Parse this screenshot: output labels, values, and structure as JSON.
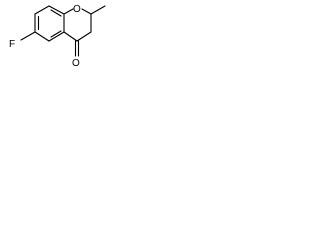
{
  "molecule": {
    "atoms": {
      "fluorine": "F",
      "ring_oxygen": "O",
      "carbonyl_oxygen": "O"
    },
    "colors": {
      "background": "#ffffff",
      "ink": "#000000"
    }
  }
}
